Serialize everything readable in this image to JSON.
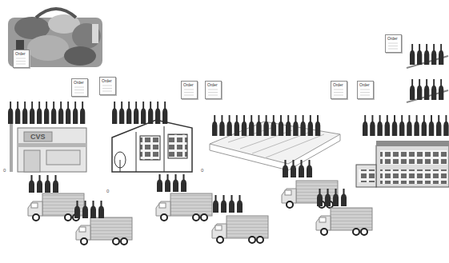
{
  "diagram": {
    "nodes": [
      {
        "text": [
          "Order"
        ]
      },
      {
        "text": [
          "Order"
        ]
      },
      {
        "text": [
          "Order"
        ]
      },
      {
        "text": [
          "Order"
        ]
      },
      {
        "text": [
          "Order"
        ]
      },
      {
        "text": [
          "Order"
        ]
      },
      {
        "text": [
          "Order"
        ]
      },
      {
        "text": [
          "Order"
        ]
      }
    ],
    "labels": [
      "CVS",
      "0",
      "0",
      "0"
    ]
  }
}
